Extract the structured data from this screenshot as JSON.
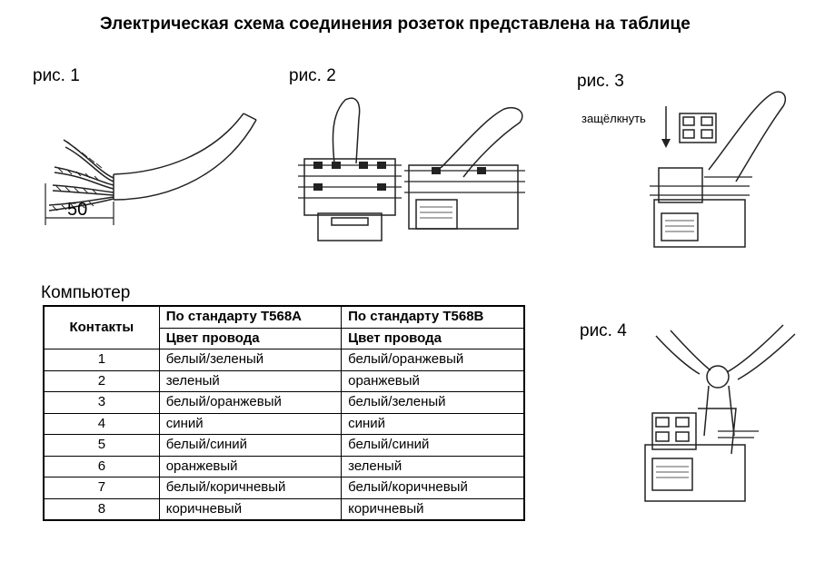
{
  "title": "Электрическая схема соединения розеток представлена на таблице",
  "figures": {
    "fig1": {
      "label": "рис. 1",
      "dimension": "50"
    },
    "fig2": {
      "label": "рис. 2"
    },
    "fig3": {
      "label": "рис. 3",
      "annotation": "защёлкнуть"
    },
    "fig4": {
      "label": "рис. 4"
    }
  },
  "section_label": "Компьютер",
  "table": {
    "contacts_header": "Контакты",
    "col_a_header": "По стандарту T568A",
    "col_b_header": "По стандарту T568B",
    "sub_a": "Цвет провода",
    "sub_b": "Цвет провода",
    "rows": [
      {
        "num": "1",
        "a": "белый/зеленый",
        "b": "белый/оранжевый"
      },
      {
        "num": "2",
        "a": "зеленый",
        "b": "оранжевый"
      },
      {
        "num": "3",
        "a": "белый/оранжевый",
        "b": "белый/зеленый"
      },
      {
        "num": "4",
        "a": "синий",
        "b": "синий"
      },
      {
        "num": "5",
        "a": "белый/синий",
        "b": "белый/синий"
      },
      {
        "num": "6",
        "a": "оранжевый",
        "b": "зеленый"
      },
      {
        "num": "7",
        "a": "белый/коричневый",
        "b": "белый/коричневый"
      },
      {
        "num": "8",
        "a": "коричневый",
        "b": "коричневый"
      }
    ]
  }
}
